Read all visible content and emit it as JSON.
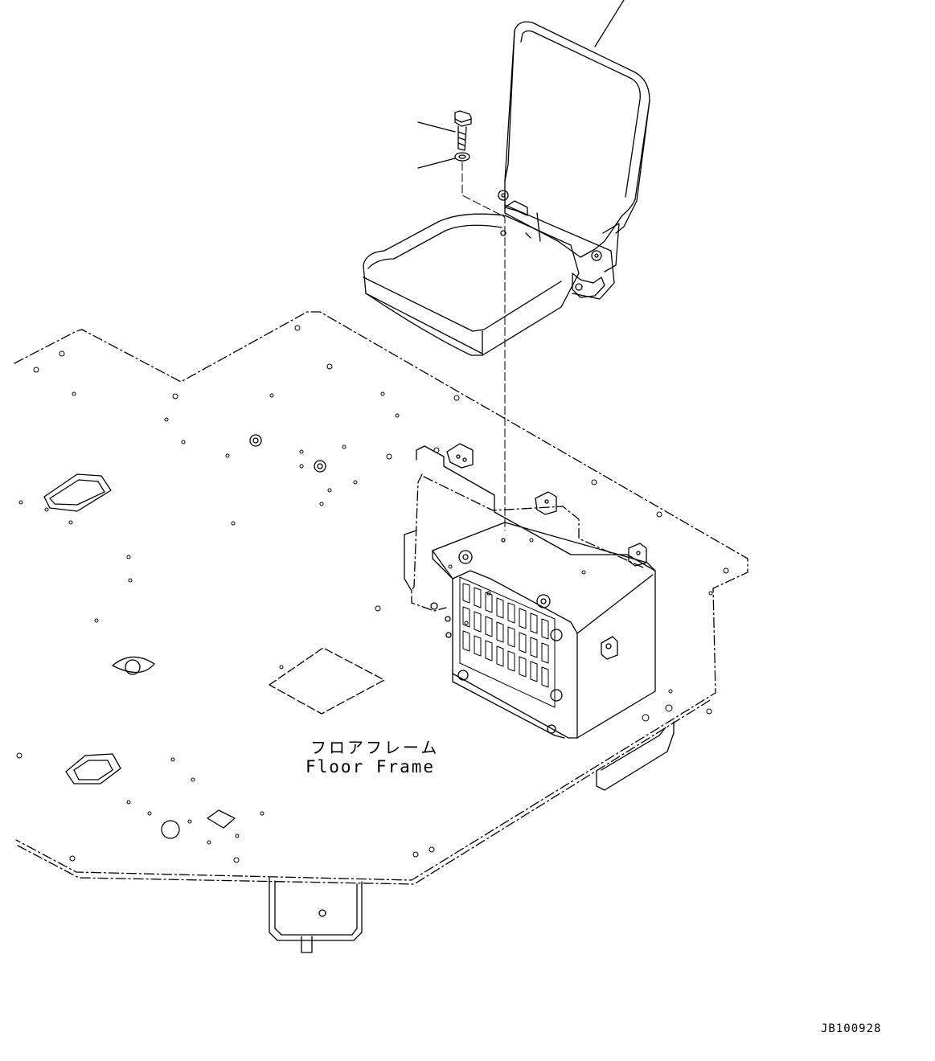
{
  "labels": {
    "floor_frame_jp": "フロアフレーム",
    "floor_frame_en": "Floor Frame"
  },
  "drawing_id": "JB100928",
  "colors": {
    "line": "#000000",
    "background": "#ffffff"
  },
  "parts": [
    "operator-seat",
    "bolt",
    "washer",
    "seat-mount-box",
    "floor-frame"
  ]
}
